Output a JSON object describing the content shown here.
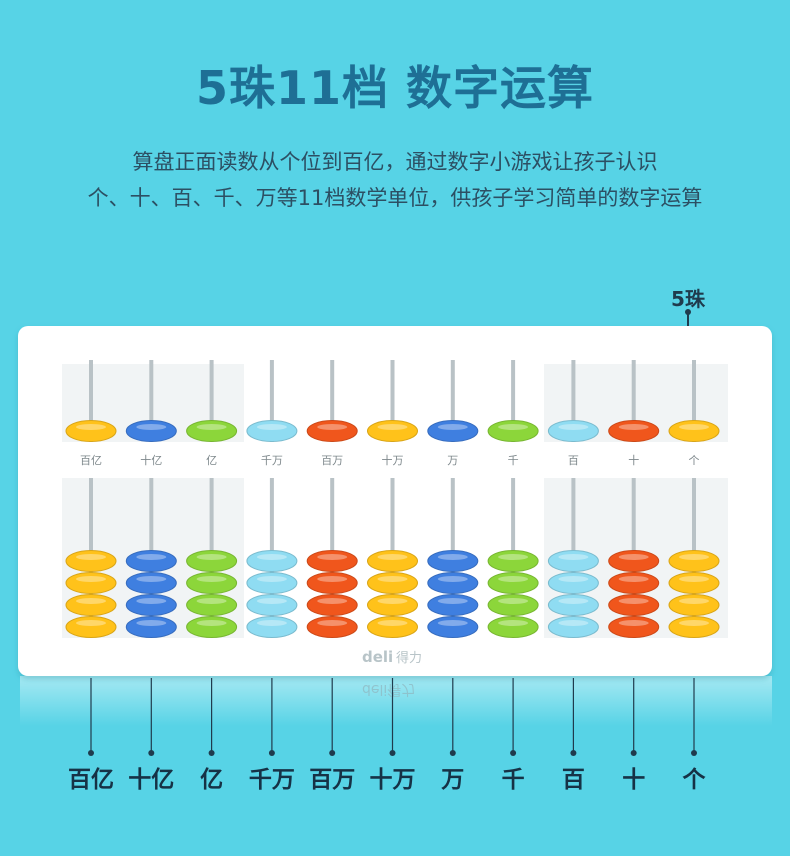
{
  "title": "5珠11档  数字运算",
  "description": {
    "line1": "算盘正面读数从个位到百亿，通过数字小游戏让孩子认识",
    "line2": "个、十、百、千、万等11档数学单位，供孩子学习简单的数字运算"
  },
  "beads_label": "5珠",
  "brand": {
    "latin": "deli",
    "chinese": "得力"
  },
  "reflection_text": "deli得力",
  "colors": {
    "background": "#57d3e6",
    "title": "#1e6f95",
    "frame": "#ffffff",
    "yellow": "#ffc21a",
    "blue": "#3f7fe0",
    "green": "#8cd63a",
    "light_blue": "#8fdcf2",
    "red": "#f0561c"
  },
  "rods": [
    {
      "label": "百亿",
      "color": "yellow"
    },
    {
      "label": "十亿",
      "color": "blue"
    },
    {
      "label": "亿",
      "color": "green"
    },
    {
      "label": "千万",
      "color": "light_blue"
    },
    {
      "label": "百万",
      "color": "red"
    },
    {
      "label": "十万",
      "color": "yellow"
    },
    {
      "label": "万",
      "color": "blue"
    },
    {
      "label": "千",
      "color": "green"
    },
    {
      "label": "百",
      "color": "light_blue"
    },
    {
      "label": "十",
      "color": "red"
    },
    {
      "label": "个",
      "color": "yellow"
    }
  ],
  "upper_beads_per_rod": 1,
  "lower_beads_per_rod": 4
}
